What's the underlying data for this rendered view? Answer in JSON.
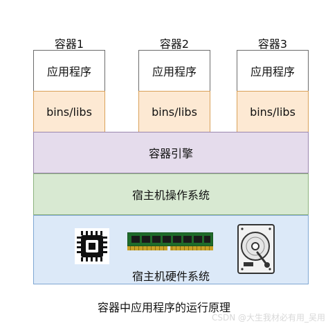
{
  "containers": [
    {
      "title": "容器1",
      "app": "应用程序",
      "libs": "bins/libs"
    },
    {
      "title": "容器2",
      "app": "应用程序",
      "libs": "bins/libs"
    },
    {
      "title": "容器3",
      "app": "应用程序",
      "libs": "bins/libs"
    }
  ],
  "layers": {
    "engine": "容器引擎",
    "host_os": "宿主机操作系统",
    "host_hw": "宿主机硬件系统"
  },
  "hardware_icons": [
    "cpu-chip-icon",
    "ram-module-icon",
    "hard-disk-icon"
  ],
  "caption": "容器中应用程序的运行原理",
  "watermark": "CSDN @大生我材必有用_吴用",
  "colors": {
    "libs_fill": "#fde9d3",
    "engine_fill": "#e5dcec",
    "os_fill": "#d8e9d2",
    "hw_fill": "#dce9f8"
  }
}
